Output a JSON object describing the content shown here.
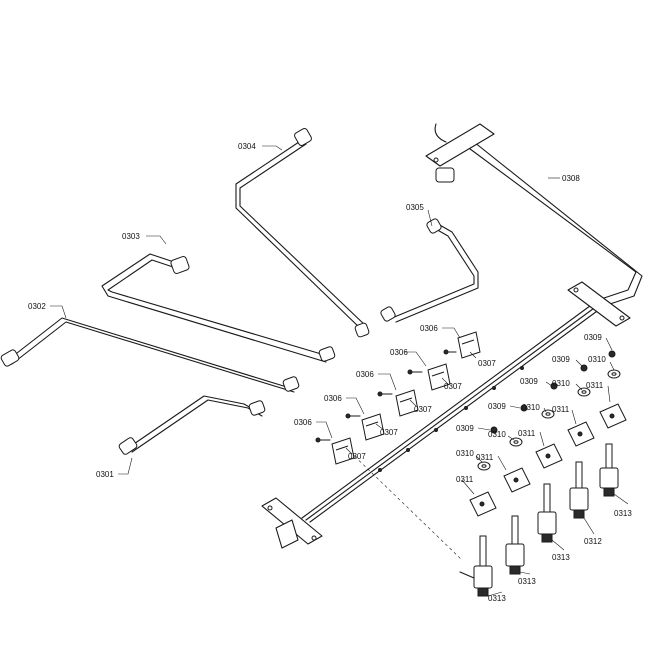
{
  "callouts": {
    "c0301": "0301",
    "c0302": "0302",
    "c0303": "0303",
    "c0304": "0304",
    "c0305": "0305",
    "c0306a": "0306",
    "c0306b": "0306",
    "c0306c": "0306",
    "c0306d": "0306",
    "c0306e": "0306",
    "c0307a": "0307",
    "c0307b": "0307",
    "c0307c": "0307",
    "c0307d": "0307",
    "c0307e": "0307",
    "c0308": "0308",
    "c0309a": "0309",
    "c0309b": "0309",
    "c0309c": "0309",
    "c0309d": "0309",
    "c0309e": "0309",
    "c0310a": "0310",
    "c0310b": "0310",
    "c0310c": "0310",
    "c0310d": "0310",
    "c0310e": "0310",
    "c0311a": "0311",
    "c0311b": "0311",
    "c0311c": "0311",
    "c0311d": "0311",
    "c0311e": "0311",
    "c0312": "0312",
    "c0313a": "0313",
    "c0313b": "0313",
    "c0313c": "0313",
    "c0313d": "0313"
  }
}
